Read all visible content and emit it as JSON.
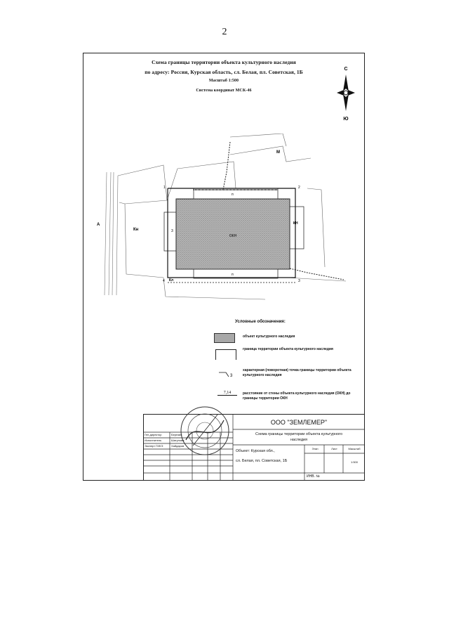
{
  "page_number": "2",
  "header": {
    "title_line1": "Схема границы территории объекта культурного наследия",
    "title_line2": "по адресу: Россия, Курская область, сл. Белая, пл. Советская, 1Б",
    "scale": "Масштаб 1:500",
    "coord_system": "Система координат МСК-46"
  },
  "compass": {
    "north": "С",
    "south": "Ю"
  },
  "map": {
    "labels": {
      "m": "М",
      "a": "А",
      "kn_left": "Кн",
      "kn_right": "КН",
      "okn": "ОКН",
      "kn_bottom": "Кл",
      "pt1": "1",
      "pt2": "2",
      "pt3": "3",
      "pt4": "4",
      "dist_left": "3",
      "dist_top": "п",
      "dist_bottom": "п"
    }
  },
  "legend": {
    "title": "Условные обозначения:",
    "items": [
      {
        "text": "объект культурного наследия"
      },
      {
        "text": "граница территории объекта культурного наследия"
      },
      {
        "text": "характерная (поворотная) точка границы территории объекта культурного наследия"
      },
      {
        "text": "расстояние от стены объекта культурного наследия (ОКН) до границы территории ОКН",
        "sample": "7,14"
      }
    ]
  },
  "stamp": {
    "company": "ООО \"ЗЕМЛЕМЕР\"",
    "doc_title": "Схема границы территории объекта культурного наследия",
    "object_line1": "Объект: Курская обл.,",
    "object_line2": "сл. Белая, пл. Советская, 1Б",
    "col_stage": "Этап",
    "col_sheet": "Лист",
    "col_scale": "Масштаб",
    "scale_value": "1:500",
    "roles": [
      "Ген.директор",
      "Исполнитель",
      "Эксперт ГИКЭ"
    ],
    "names": [
      "Березин",
      "Шатунова",
      "Хайдаров"
    ],
    "inv": "ИНВ. №"
  }
}
